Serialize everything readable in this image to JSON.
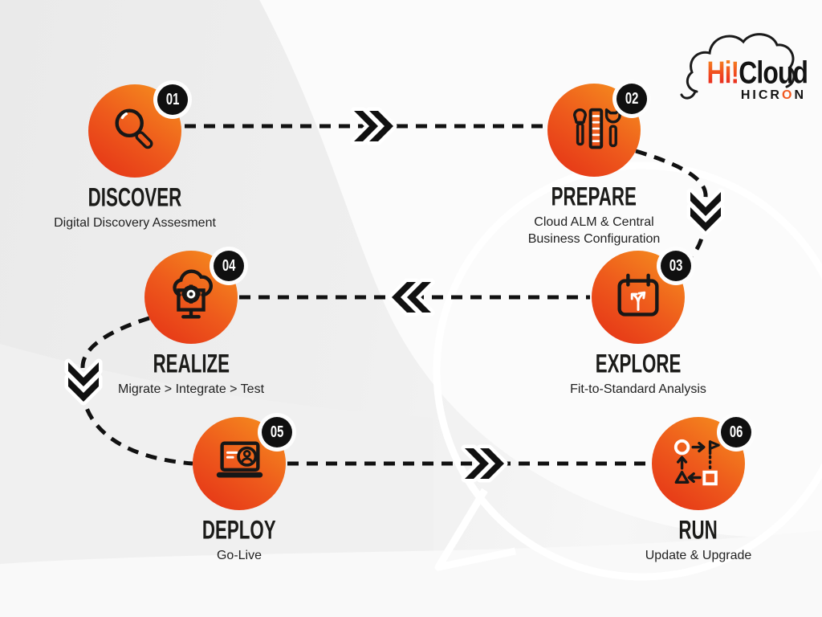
{
  "logo": {
    "brand_hi": "Hi!",
    "brand_cloud": "Cloud",
    "company_pre": "HICR",
    "company_o": "O",
    "company_post": "N"
  },
  "steps": [
    {
      "number": "01",
      "title": "DISCOVER",
      "subtitle": "Digital Discovery Assesment",
      "icon": "magnifier-icon"
    },
    {
      "number": "02",
      "title": "PREPARE",
      "subtitle": "Cloud ALM & Central\nBusiness Configuration",
      "icon": "tools-icon"
    },
    {
      "number": "03",
      "title": "EXPLORE",
      "subtitle": "Fit-to-Standard Analysis",
      "icon": "calendar-route-icon"
    },
    {
      "number": "04",
      "title": "REALIZE",
      "subtitle": "Migrate > Integrate > Test",
      "icon": "cloud-gear-monitor-icon"
    },
    {
      "number": "05",
      "title": "DEPLOY",
      "subtitle": "Go-Live",
      "icon": "laptop-user-icon"
    },
    {
      "number": "06",
      "title": "RUN",
      "subtitle": "Update & Upgrade",
      "icon": "workflow-icon"
    }
  ],
  "colors": {
    "circle_gradient_start": "#f6931e",
    "circle_gradient_mid": "#ee5a1c",
    "circle_gradient_end": "#e43016",
    "badge_bg": "#101010",
    "badge_ring": "#fdfdfd",
    "dash": "#111111",
    "text": "#1d1d1b",
    "logo_orange": "#f15a22",
    "background": "#efefef",
    "bubble_outline": "#ffffff"
  }
}
